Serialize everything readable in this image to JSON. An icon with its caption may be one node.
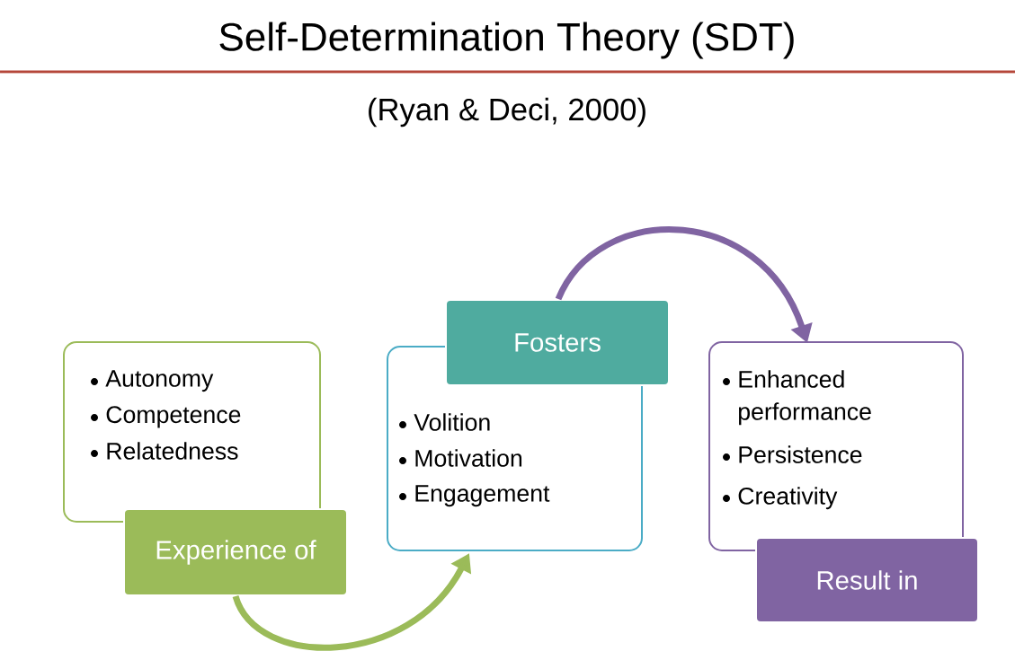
{
  "diagram": {
    "title": "Self-Determination Theory (SDT)",
    "nodes": [
      {
        "text": [
          "Autonomy",
          "Competence",
          "Relatedness"
        ]
      },
      {
        "text": [
          "Experience of"
        ]
      },
      {
        "text": [
          "Volition",
          "Motivation",
          "Engagement"
        ]
      },
      {
        "text": [
          "Fosters"
        ]
      },
      {
        "text": [
          "Enhanced performance",
          "Persistence",
          "Creativity"
        ]
      },
      {
        "text": [
          "Result in"
        ]
      }
    ],
    "edges": [
      {
        "from": 1,
        "to": 2,
        "arrow": "to",
        "color": "#9bbb59"
      },
      {
        "from": 3,
        "to": 4,
        "arrow": "to",
        "color": "#8064a2"
      }
    ],
    "labels": [
      "(Ryan & Deci, 2000)"
    ]
  }
}
